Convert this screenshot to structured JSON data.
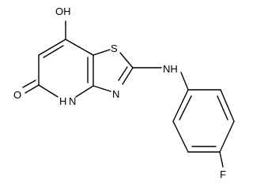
{
  "labels": {
    "oh": "OH",
    "o": "O",
    "s": "S",
    "n_thiazole": "N",
    "nh_pyridone": "H",
    "n_pyridone": "N",
    "nh_amine": "NH",
    "f": "F"
  },
  "colors": {
    "bond": "#000000",
    "text": "#000000",
    "background": "#ffffff"
  }
}
